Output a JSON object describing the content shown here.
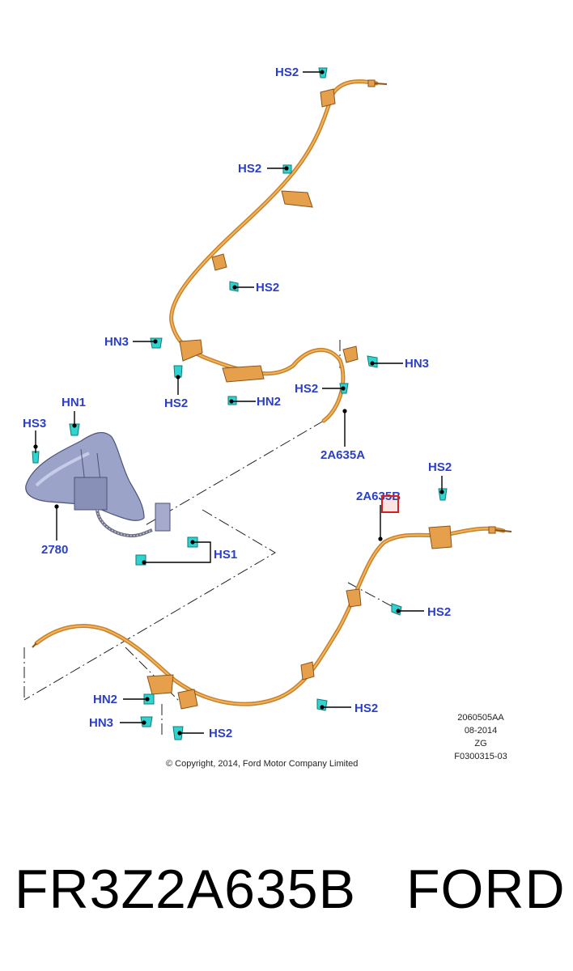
{
  "labels": {
    "hs2_a": "HS2",
    "hs2_b": "HS2",
    "hs2_c": "HS2",
    "hn3_a": "HN3",
    "hn3_b": "HN3",
    "hs2_d": "HS2",
    "hn2_a": "HN2",
    "hs2_e": "HS2",
    "part_2a635a": "2A635A",
    "hn1": "HN1",
    "hs3": "HS3",
    "part_2780": "2780",
    "hs1": "HS1",
    "part_2a635b": "2A635B",
    "hs2_f": "HS2",
    "hs2_g": "HS2",
    "hn2_b": "HN2",
    "hn3_c": "HN3",
    "hs2_h": "HS2",
    "hs2_i": "HS2"
  },
  "metadata": {
    "code": "2060505AA",
    "date": "08-2014",
    "region": "ZG",
    "figure": "F0300315-03"
  },
  "copyright": "© Copyright, 2014, Ford Motor Company Limited",
  "footer": {
    "part_number": "FR3Z2A635B",
    "brand": "FORD"
  },
  "colors": {
    "callout": "#2b3fc8",
    "cable": "#c9822b",
    "clip": "#2fd3cf",
    "highlight_box": "#d42020"
  }
}
